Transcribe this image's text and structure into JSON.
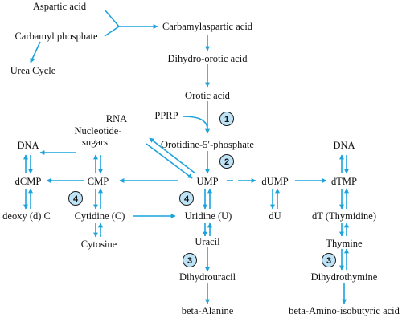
{
  "colors": {
    "arrow": "#1ba3dd",
    "circle_fill": "#bfe3f6",
    "circle_stroke": "#1a1a1a",
    "text": "#111111"
  },
  "labels": {
    "aspartic_acid": "Aspartic acid",
    "carbamyl_phosphate": "Carbamyl phosphate",
    "urea_cycle": "Urea Cycle",
    "carbamylaspartic_acid": "Carbamylaspartic acid",
    "dihydro_orotic_acid": "Dihydro-orotic acid",
    "orotic_acid": "Orotic acid",
    "pprp": "PPRP",
    "orotidine_5_phosphate": "Orotidine-5′-phosphate",
    "rna": "RNA",
    "nucleotide_sugars_line1": "Nucleotide-",
    "nucleotide_sugars_line2": "sugars",
    "dna_left": "DNA",
    "dcmp": "dCMP",
    "deoxy_c": "deoxy (d) C",
    "cmp": "CMP",
    "cytidine": "Cytidine (C)",
    "cytosine": "Cytosine",
    "ump": "UMP",
    "uridine": "Uridine (U)",
    "uracil": "Uracil",
    "dihydrouracil": "Dihydrouracil",
    "beta_alanine": "beta-Alanine",
    "dump": "dUMP",
    "du": "dU",
    "dna_right": "DNA",
    "dtmp": "dTMP",
    "dt_thymidine": "dT (Thymidine)",
    "thymine": "Thymine",
    "dihydrothymine": "Dihydrothymine",
    "beta_amino_isobutyric_acid": "beta-Amino-isobutyric acid"
  },
  "steps": {
    "orotic_to_orotidine": "1",
    "orotidine_to_ump": "2",
    "cmp_cytidine": "4",
    "ump_uridine": "4",
    "uracil_dihydrouracil": "3",
    "thymine_dihydrothymine": "3"
  }
}
